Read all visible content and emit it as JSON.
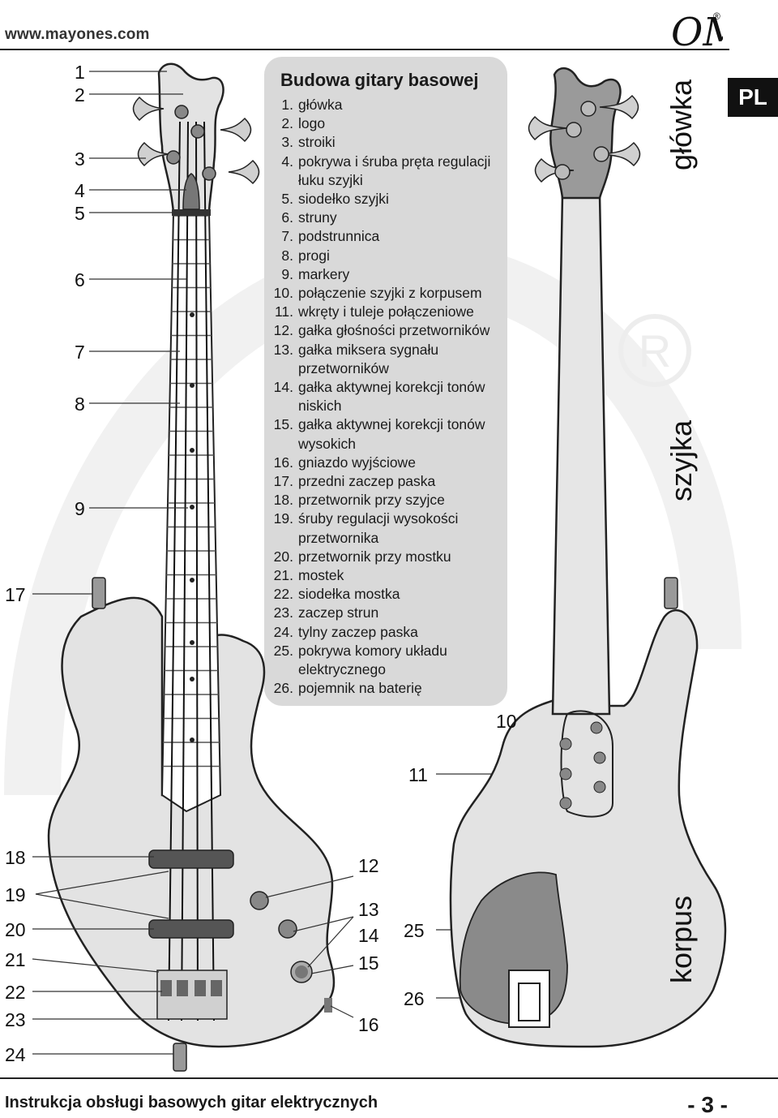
{
  "header": {
    "website": "www.mayones.com",
    "language_badge": "PL"
  },
  "legend": {
    "title": "Budowa gitary basowej",
    "items": [
      {
        "n": "1.",
        "t": "główka"
      },
      {
        "n": "2.",
        "t": "logo"
      },
      {
        "n": "3.",
        "t": "stroiki"
      },
      {
        "n": "4.",
        "t": "pokrywa i śruba pręta regulacji łuku szyjki"
      },
      {
        "n": "5.",
        "t": "siodełko szyjki"
      },
      {
        "n": "6.",
        "t": "struny"
      },
      {
        "n": "7.",
        "t": "podstrunnica"
      },
      {
        "n": "8.",
        "t": "progi"
      },
      {
        "n": "9.",
        "t": "markery"
      },
      {
        "n": "10.",
        "t": "połączenie szyjki z korpusem"
      },
      {
        "n": "11.",
        "t": "wkręty i tuleje połączeniowe"
      },
      {
        "n": "12.",
        "t": "gałka głośności przetworników"
      },
      {
        "n": "13.",
        "t": "gałka miksera sygnału przetworników"
      },
      {
        "n": "14.",
        "t": "gałka aktywnej korekcji tonów niskich"
      },
      {
        "n": "15.",
        "t": "gałka aktywnej korekcji tonów wysokich"
      },
      {
        "n": "16.",
        "t": "gniazdo wyjściowe"
      },
      {
        "n": "17.",
        "t": "przedni zaczep paska"
      },
      {
        "n": "18.",
        "t": "przetwornik przy szyjce"
      },
      {
        "n": "19.",
        "t": "śruby regulacji wysokości przetwornika"
      },
      {
        "n": "20.",
        "t": "przetwornik przy mostku"
      },
      {
        "n": "21.",
        "t": "mostek"
      },
      {
        "n": "22.",
        "t": "siodełka mostka"
      },
      {
        "n": "23.",
        "t": "zaczep strun"
      },
      {
        "n": "24.",
        "t": "tylny zaczep paska"
      },
      {
        "n": "25.",
        "t": "pokrywa komory układu elektrycznego"
      },
      {
        "n": "26.",
        "t": "pojemnik na baterię"
      }
    ]
  },
  "callouts": {
    "c1": "1",
    "c2": "2",
    "c3": "3",
    "c4": "4",
    "c5": "5",
    "c6": "6",
    "c7": "7",
    "c8": "8",
    "c9": "9",
    "c10": "10",
    "c11": "11",
    "c12": "12",
    "c13": "13",
    "c14": "14",
    "c15": "15",
    "c16": "16",
    "c17": "17",
    "c18": "18",
    "c19": "19",
    "c20": "20",
    "c21": "21",
    "c22": "22",
    "c23": "23",
    "c24": "24",
    "c25": "25",
    "c26": "26"
  },
  "section_labels": {
    "head": "główka",
    "neck": "szyjka",
    "body": "korpus"
  },
  "logo": {
    "letters": "OM",
    "registered": "®"
  },
  "footer": {
    "title": "Instrukcja obsługi basowych gitar elektrycznych",
    "page": "- 3 -"
  },
  "colors": {
    "body_fill": "#e3e3e3",
    "outline": "#222222",
    "fretboard": "#ffffff",
    "cover": "#8a8a8a",
    "badge": "#111111"
  }
}
